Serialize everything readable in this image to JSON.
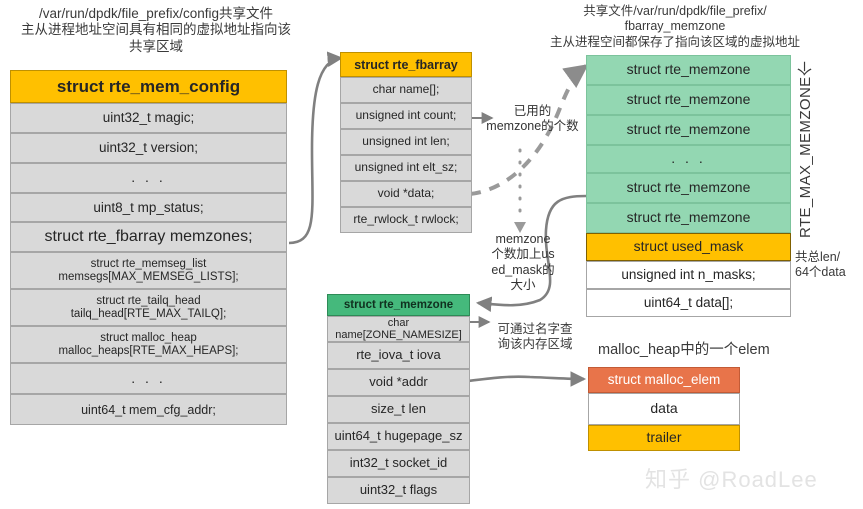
{
  "captions": {
    "mem_config_note": "/var/run/dpdk/file_prefix/config共享文件\n主从进程地址空间具有相同的虚拟地址指向该\n共享区域",
    "fbarray_memzone_note": "共享文件/var/run/dpdk/file_prefix/\nfbarray_memzone\n主从进程空间都保存了指向该区域的虚拟地址",
    "used_count_note": "已用的\nmemzone的个数",
    "count_plus_mask_note": "memzone\n个数加上us\ned_mask的\n大小",
    "lookup_by_name_note": "可通过名字查\n询该内存区域",
    "malloc_elem_note": "malloc_heap中的一个elem",
    "total_data_note": "共总len/\n64个data",
    "max_memzone_label": "RTE_MAX_MEMZONE个"
  },
  "mem_config": {
    "title": "struct rte_mem_config",
    "fields": [
      "uint32_t magic;",
      "uint32_t version;",
      ". . .",
      "uint8_t mp_status;",
      "struct rte_fbarray memzones;",
      "struct rte_memseg_list\nmemsegs[MAX_MEMSEG_LISTS];",
      "struct rte_tailq_head\ntailq_head[RTE_MAX_TAILQ];",
      "struct malloc_heap\nmalloc_heaps[RTE_MAX_HEAPS];",
      ". . .",
      "uint64_t mem_cfg_addr;"
    ]
  },
  "fbarray": {
    "title": "struct rte_fbarray",
    "fields": [
      "char name[];",
      "unsigned int count;",
      "unsigned int len;",
      "unsigned int elt_sz;",
      "void *data;",
      "rte_rwlock_t rwlock;"
    ]
  },
  "memzone_struct": {
    "title": "struct rte_memzone",
    "fields": [
      "char name[ZONE_NAMESIZE]",
      "rte_iova_t iova",
      "void *addr",
      "size_t len",
      "uint64_t hugepage_sz",
      "int32_t socket_id",
      "uint32_t flags"
    ]
  },
  "memzone_array": {
    "entries": [
      "struct rte_memzone",
      "struct rte_memzone",
      "struct rte_memzone",
      ". . .",
      "struct rte_memzone",
      "struct rte_memzone"
    ],
    "used_mask_title": "struct used_mask",
    "mask_fields": [
      "unsigned int n_masks;",
      "uint64_t data[];"
    ]
  },
  "malloc_elem": {
    "title": "struct malloc_elem",
    "rows": [
      "data",
      "trailer"
    ]
  },
  "watermark": "知乎 @RoadLee",
  "colors": {
    "yellow": "#ffc000",
    "gray": "#d9d9d9",
    "green_light": "#93d7b2",
    "green_dark": "#45b97c",
    "orange": "#e8744a",
    "arrow": "#808080"
  }
}
